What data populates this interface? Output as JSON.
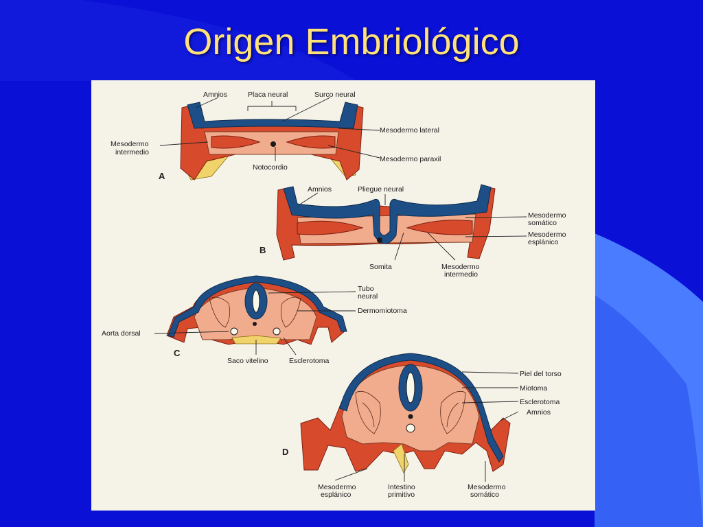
{
  "title": "Origen Embriológico",
  "colors": {
    "background": "#0a10d6",
    "title": "#ffe27a",
    "ectoderm": "#1d4f86",
    "mesoderm": "#d84a2c",
    "mesenchyme": "#f1ab8d",
    "endoderm": "#f0d36a"
  },
  "panels": {
    "a": {
      "letter": "A",
      "amnios": "Amnios",
      "placa_neural": "Placa neural",
      "surco_neural": "Surco neural",
      "mesodermo_lateral": "Mesodermo lateral",
      "mesodermo_intermedio": [
        "Mesodermo",
        "intermedio"
      ],
      "notocordio": "Notocordio",
      "mesodermo_paraxil": "Mesodermo paraxil"
    },
    "b": {
      "letter": "B",
      "amnios": "Amnios",
      "pliegue_neural": "Pliegue neural",
      "mesodermo_somatico": [
        "Mesodermo",
        "somático"
      ],
      "mesodermo_esplanico": [
        "Mesodermo",
        "esplánico"
      ],
      "somita": "Somita",
      "mesodermo_intermedio": [
        "Mesodermo",
        "intermedio"
      ]
    },
    "c": {
      "letter": "C",
      "tubo_neural": [
        "Tubo",
        "neural"
      ],
      "dermomiotoma": "Dermomiotoma",
      "aorta_dorsal": "Aorta dorsal",
      "saco_vitelino": "Saco vitelino",
      "esclerotoma": "Esclerotoma"
    },
    "d": {
      "letter": "D",
      "piel_del_torso": "Piel del torso",
      "miotoma": "Miotoma",
      "esclerotoma": "Esclerotoma",
      "amnios": "Amnios",
      "mesodermo_esplanico": [
        "Mesodermo",
        "esplánico"
      ],
      "intestino_primitivo": [
        "Intestino",
        "primitivo"
      ],
      "mesodermo_somatico": [
        "Mesodermo",
        "somático"
      ]
    }
  }
}
